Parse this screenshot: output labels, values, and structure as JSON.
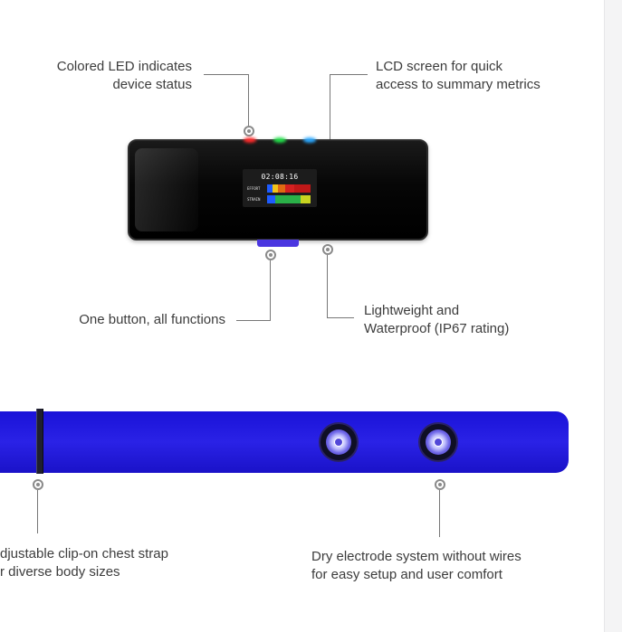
{
  "callouts": {
    "led": [
      "Colored LED indicates",
      "device status"
    ],
    "lcd": [
      "LCD screen for quick",
      "access to summary metrics"
    ],
    "button": [
      "One button, all functions"
    ],
    "lightweight": [
      "Lightweight and",
      "Waterproof (IP67 rating)"
    ],
    "strap": [
      "djustable clip-on chest strap",
      "r diverse body sizes"
    ],
    "electrode": [
      "Dry electrode system without wires",
      "for easy setup and user comfort"
    ]
  },
  "device": {
    "time": "02:08:16",
    "metrics": [
      "EFFORT",
      "STRAIN"
    ],
    "led_colors": [
      "#ff2a2a",
      "#22e04a",
      "#2aa8ff"
    ]
  },
  "colors": {
    "strap": "#1f18de",
    "button": "#4a36e0",
    "effort_bar": [
      "#1e5cff",
      "#f2c318",
      "#e06a12",
      "#d42020",
      "#c01818"
    ],
    "strain_bar": [
      "#1e5cff",
      "#2ab048",
      "#2ab048",
      "#c9d420"
    ]
  }
}
